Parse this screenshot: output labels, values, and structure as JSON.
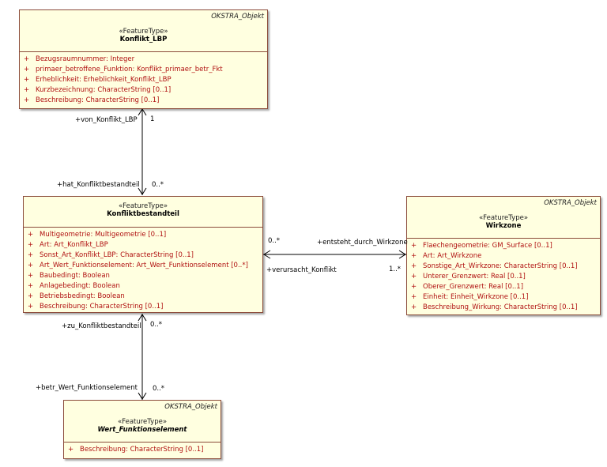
{
  "classes": {
    "konflikt_lbp": {
      "package": "OKSTRA_Objekt",
      "stereotype": "«FeatureType»",
      "name": "Konflikt_LBP",
      "attributes": [
        {
          "vis": "+",
          "text": "Bezugsraumnummer: Integer"
        },
        {
          "vis": "+",
          "text": "primaer_betroffene_Funktion: Konflikt_primaer_betr_Fkt"
        },
        {
          "vis": "+",
          "text": "Erheblichkeit: Erheblichkeit_Konflikt_LBP"
        },
        {
          "vis": "+",
          "text": "Kurzbezeichnung: CharacterString [0..1]"
        },
        {
          "vis": "+",
          "text": "Beschreibung: CharacterString [0..1]"
        }
      ]
    },
    "konfliktbestandteil": {
      "package": "",
      "stereotype": "«FeatureType»",
      "name": "Konfliktbestandteil",
      "attributes": [
        {
          "vis": "+",
          "text": "Multigeometrie: Multigeometrie [0..1]"
        },
        {
          "vis": "+",
          "text": "Art: Art_Konflikt_LBP"
        },
        {
          "vis": "+",
          "text": "Sonst_Art_Konflikt_LBP: CharacterString [0..1]"
        },
        {
          "vis": "+",
          "text": "Art_Wert_Funktionselement: Art_Wert_Funktionselement [0..*]"
        },
        {
          "vis": "+",
          "text": "Baubedingt: Boolean"
        },
        {
          "vis": "+",
          "text": "Anlagebedingt: Boolean"
        },
        {
          "vis": "+",
          "text": "Betriebsbedingt: Boolean"
        },
        {
          "vis": "+",
          "text": "Beschreibung: CharacterString [0..1]"
        }
      ]
    },
    "wirkzone": {
      "package": "OKSTRA_Objekt",
      "stereotype": "«FeatureType»",
      "name": "Wirkzone",
      "attributes": [
        {
          "vis": "+",
          "text": "Flaechengeometrie: GM_Surface [0..1]"
        },
        {
          "vis": "+",
          "text": "Art: Art_Wirkzone"
        },
        {
          "vis": "+",
          "text": "Sonstige_Art_Wirkzone: CharacterString [0..1]"
        },
        {
          "vis": "+",
          "text": "Unterer_Grenzwert: Real [0..1]"
        },
        {
          "vis": "+",
          "text": "Oberer_Grenzwert: Real [0..1]"
        },
        {
          "vis": "+",
          "text": "Einheit: Einheit_Wirkzone [0..1]"
        },
        {
          "vis": "+",
          "text": "Beschreibung_Wirkung: CharacterString [0..1]"
        }
      ]
    },
    "wert_funktionselement": {
      "package": "OKSTRA_Objekt",
      "stereotype": "«FeatureType»",
      "name": "Wert_Funktionselement",
      "attributes": [
        {
          "vis": "+",
          "text": "Beschreibung: CharacterString [0..1]"
        }
      ]
    }
  },
  "associations": {
    "a1": {
      "role_top": "+von_Konflikt_LBP",
      "mult_top": "1",
      "role_bottom": "+hat_Konfliktbestandteil",
      "mult_bottom": "0..*"
    },
    "a2": {
      "role_left": "+verursacht_Konflikt",
      "mult_left": "0..*",
      "role_right": "+entsteht_durch_Wirkzone",
      "mult_right": "1..*"
    },
    "a3": {
      "role_top": "+zu_Konfliktbestandteil",
      "mult_top": "0..*",
      "role_bottom": "+betr_Wert_Funktionselement",
      "mult_bottom": "0..*"
    }
  },
  "colors": {
    "class_fill": "#ffffe0",
    "class_border": "#8b4b3a",
    "attribute_text": "#b01010"
  }
}
